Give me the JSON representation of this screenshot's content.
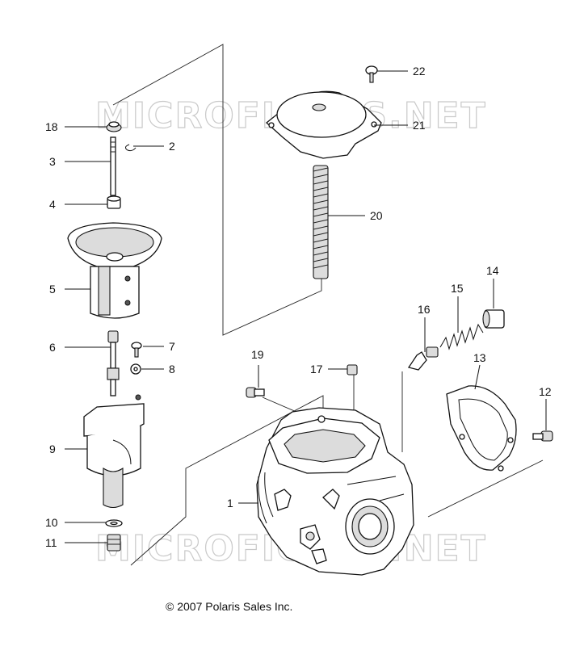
{
  "watermark": {
    "text": "MICROFICHES.NET"
  },
  "copyright": "© 2007 Polaris Sales Inc.",
  "callouts": {
    "c1": "1",
    "c2": "2",
    "c3": "3",
    "c4": "4",
    "c5": "5",
    "c6": "6",
    "c7": "7",
    "c8": "8",
    "c9": "9",
    "c10": "10",
    "c11": "11",
    "c12": "12",
    "c13": "13",
    "c14": "14",
    "c15": "15",
    "c16": "16",
    "c17": "17",
    "c18": "18",
    "c19": "19",
    "c20": "20",
    "c21": "21",
    "c22": "22"
  },
  "colors": {
    "line": "#111111",
    "watermark_outline": "#c9c9c9",
    "background": "#ffffff"
  }
}
